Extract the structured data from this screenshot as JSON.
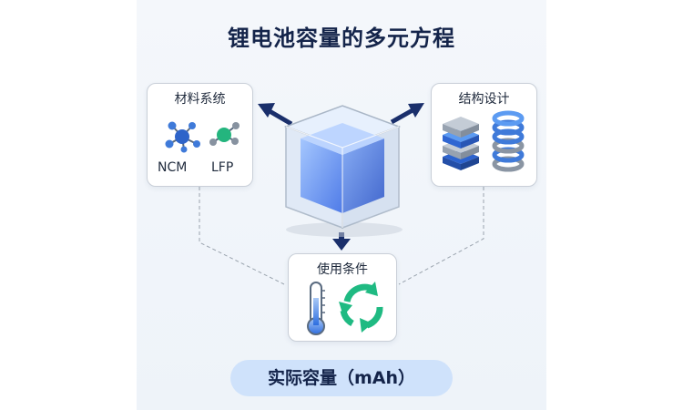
{
  "title": "锂电池容量的多元方程",
  "materials": {
    "label": "材料系统",
    "items": [
      "NCM",
      "LFP"
    ]
  },
  "structure": {
    "label": "结构设计"
  },
  "conditions": {
    "label": "使用条件"
  },
  "result": {
    "label": "实际容量（mAh）"
  },
  "colors": {
    "accent": "#2f6fe0",
    "arrow": "#1a2f6b",
    "recycle": "#1fba82"
  }
}
